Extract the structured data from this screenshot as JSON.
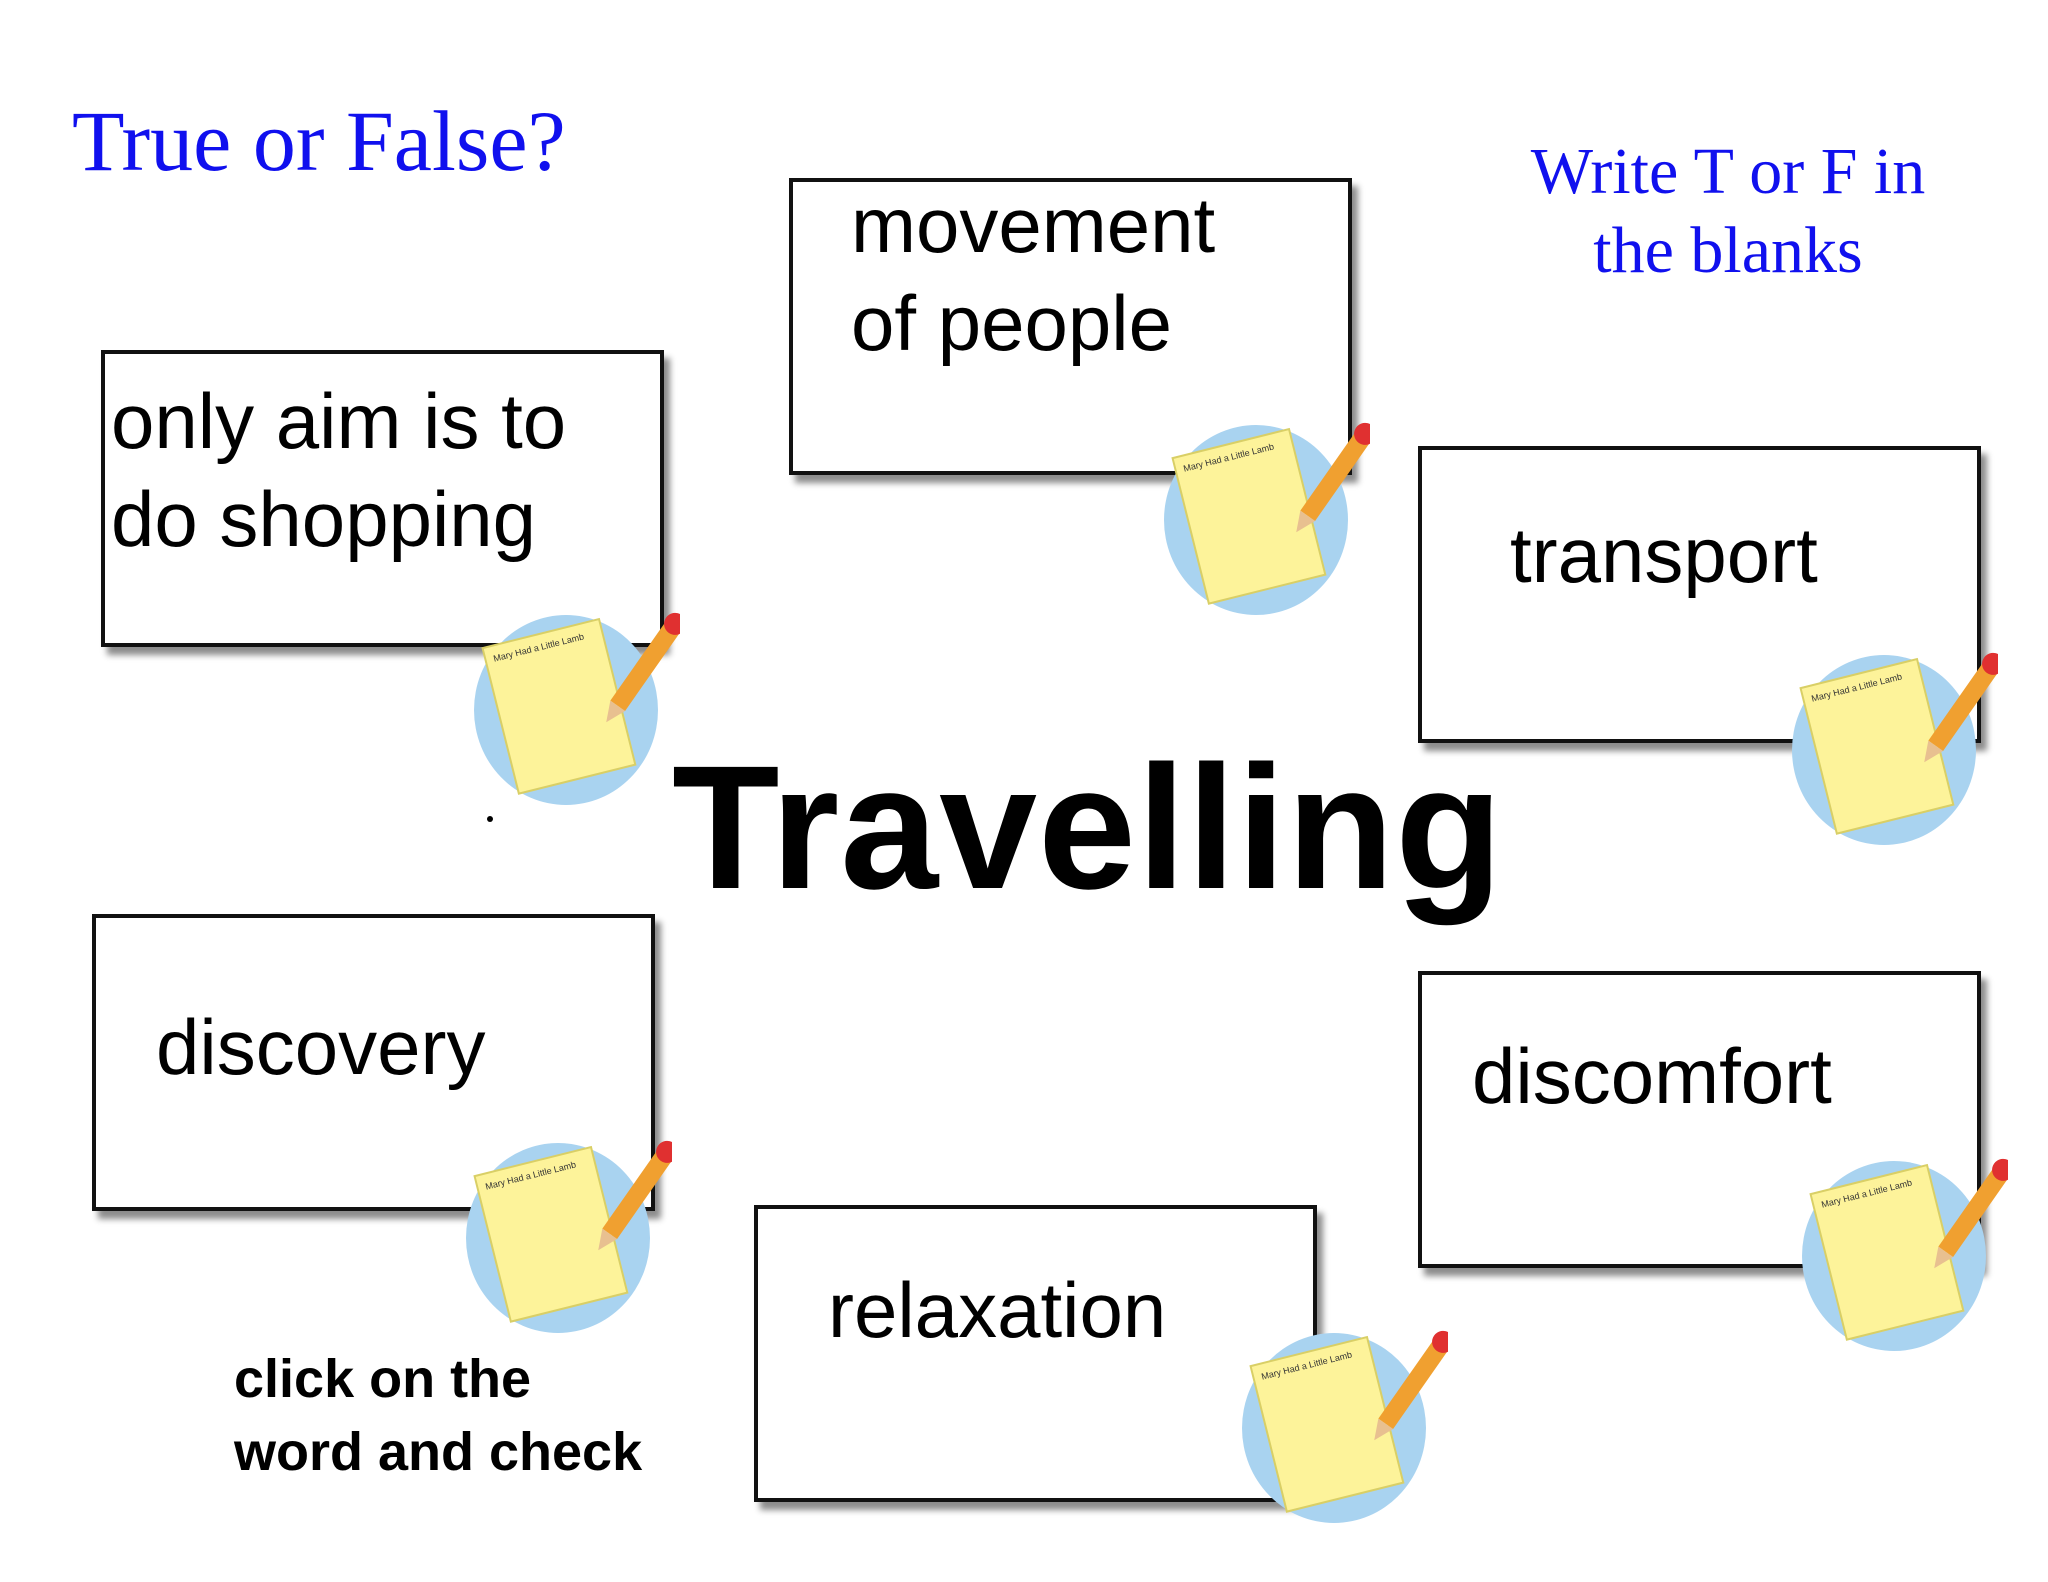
{
  "heading": {
    "title": "True or False?",
    "instruction": "Write T or F in the blanks"
  },
  "center_word": "Travelling",
  "cards": [
    {
      "id": "only-aim",
      "label": "only aim is to\ndo shopping"
    },
    {
      "id": "movement",
      "label": "movement\nof people"
    },
    {
      "id": "transport",
      "label": "transport"
    },
    {
      "id": "discovery",
      "label": "discovery"
    },
    {
      "id": "discomfort",
      "label": "discomfort"
    },
    {
      "id": "relaxation",
      "label": "relaxation"
    }
  ],
  "notepad_icon": {
    "icon": "notepad-pencil-icon",
    "caption": "Mary Had a Little Lamb"
  },
  "footer": {
    "hint": "click on the\nword and check"
  },
  "colors": {
    "heading": "#1010ee",
    "card_border": "#111111",
    "note_paper": "#fdf39a",
    "note_shadow": "#a9d3f0",
    "pencil": "#f0a030"
  }
}
